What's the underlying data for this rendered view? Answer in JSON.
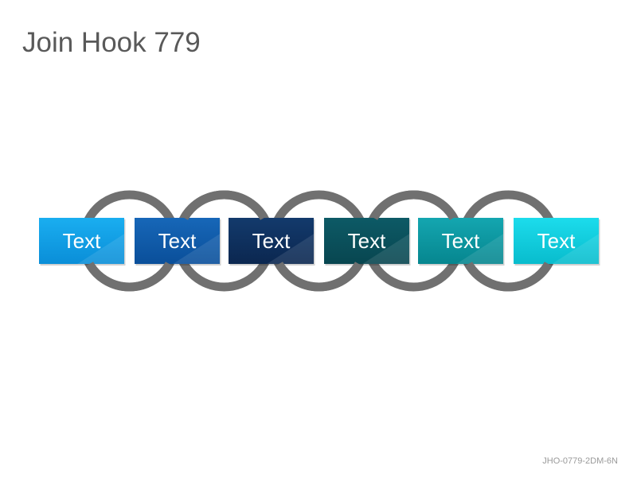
{
  "title": "Join Hook 779",
  "footer_code": "JHO-0779-2DM-6N",
  "chain": {
    "ring_color": "#707070",
    "boxes": [
      {
        "label": "Text",
        "color_light": "#1aaef0",
        "color_dark": "#0a8ed8"
      },
      {
        "label": "Text",
        "color_light": "#1767b8",
        "color_dark": "#0a4f9a"
      },
      {
        "label": "Text",
        "color_light": "#133a6c",
        "color_dark": "#0b2750"
      },
      {
        "label": "Text",
        "color_light": "#0d5a66",
        "color_dark": "#084650"
      },
      {
        "label": "Text",
        "color_light": "#14a6b0",
        "color_dark": "#06868f"
      },
      {
        "label": "Text",
        "color_light": "#1cdcec",
        "color_dark": "#08bccd"
      }
    ]
  }
}
